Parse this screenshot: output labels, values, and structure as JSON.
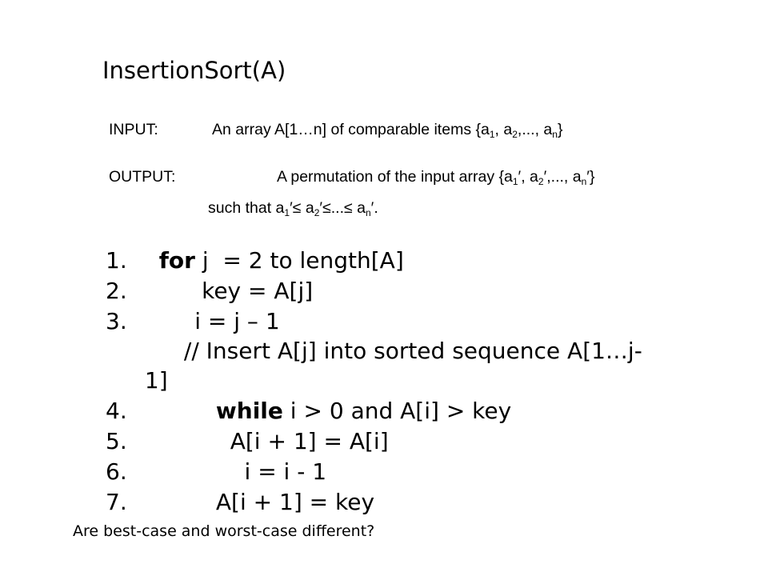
{
  "title": "InsertionSort(A)",
  "input": {
    "label": "INPUT:",
    "text_before": "An array A[1…n] of comparable items {a",
    "items": [
      {
        "sub": "1",
        "after": ", a"
      },
      {
        "sub": "2",
        "after": ",..., a"
      },
      {
        "sub": "n",
        "after": "}"
      }
    ]
  },
  "output": {
    "label": "OUTPUT:",
    "text_before": "A permutation of the input array {a",
    "items": [
      {
        "sub": "1",
        "after": "′, a"
      },
      {
        "sub": "2",
        "after": "′,..., a"
      },
      {
        "sub": "n",
        "after": "′}"
      }
    ],
    "cont_before": "such that a",
    "cont_items": [
      {
        "sub": "1",
        "after": "′≤ a"
      },
      {
        "sub": "2",
        "after": "′≤...≤ a"
      },
      {
        "sub": "n",
        "after": "′."
      }
    ]
  },
  "code": [
    {
      "num": "1.",
      "indent": "   ",
      "keyword": "for",
      "text": " j  = 2 to length[A]"
    },
    {
      "num": "2.",
      "indent": "         ",
      "keyword": "",
      "text": "key = A[j]"
    },
    {
      "num": "3.",
      "indent": "        ",
      "keyword": "",
      "text": "i = j – 1"
    },
    {
      "num": "",
      "indent": "           ",
      "keyword": "",
      "text": "// Insert A[j] into sorted sequence A[1…j-"
    },
    {
      "num": "",
      "indent": " ",
      "keyword": "",
      "text": "1]"
    },
    {
      "num": "4.",
      "indent": "           ",
      "keyword": "while",
      "text": " i > 0 and A[i] > key"
    },
    {
      "num": "5.",
      "indent": "             ",
      "keyword": "",
      "text": "A[i + 1] = A[i]"
    },
    {
      "num": "6.",
      "indent": "               ",
      "keyword": "",
      "text": "i = i - 1"
    },
    {
      "num": "7.",
      "indent": "           ",
      "keyword": "",
      "text": "A[i + 1] = key"
    }
  ],
  "footer": "Are best-case and worst-case different?"
}
